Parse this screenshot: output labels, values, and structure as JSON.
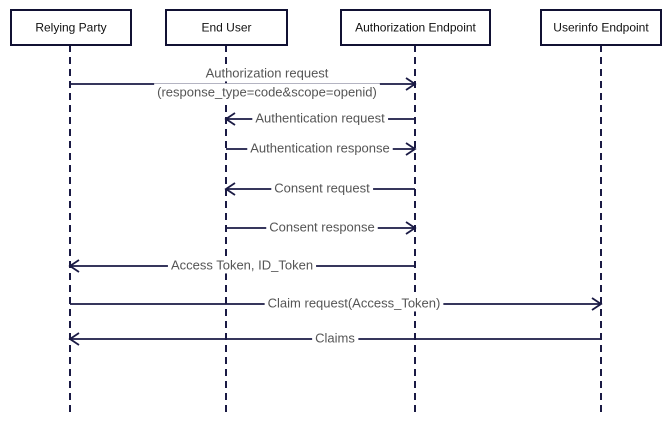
{
  "participants": [
    {
      "id": "rp",
      "label": "Relying Party"
    },
    {
      "id": "eu",
      "label": "End User"
    },
    {
      "id": "ae",
      "label": "Authorization Endpoint"
    },
    {
      "id": "ue",
      "label": "Userinfo Endpoint"
    }
  ],
  "messages": [
    {
      "from": "rp",
      "to": "ae",
      "lines": [
        "Authorization request",
        "(response_type=code&scope=openid)"
      ]
    },
    {
      "from": "ae",
      "to": "eu",
      "lines": [
        "Authentication request"
      ]
    },
    {
      "from": "eu",
      "to": "ae",
      "lines": [
        "Authentication response"
      ]
    },
    {
      "from": "ae",
      "to": "eu",
      "lines": [
        "Consent request"
      ]
    },
    {
      "from": "eu",
      "to": "ae",
      "lines": [
        "Consent response"
      ]
    },
    {
      "from": "ae",
      "to": "rp",
      "lines": [
        "Access Token, ID_Token"
      ]
    },
    {
      "from": "rp",
      "to": "ue",
      "lines": [
        "Claim request(Access_Token)"
      ]
    },
    {
      "from": "ue",
      "to": "rp",
      "lines": [
        "Claims"
      ]
    }
  ],
  "colors": {
    "line": "#1a1a44",
    "message_text": "#555555",
    "actor_text": "#111111"
  }
}
